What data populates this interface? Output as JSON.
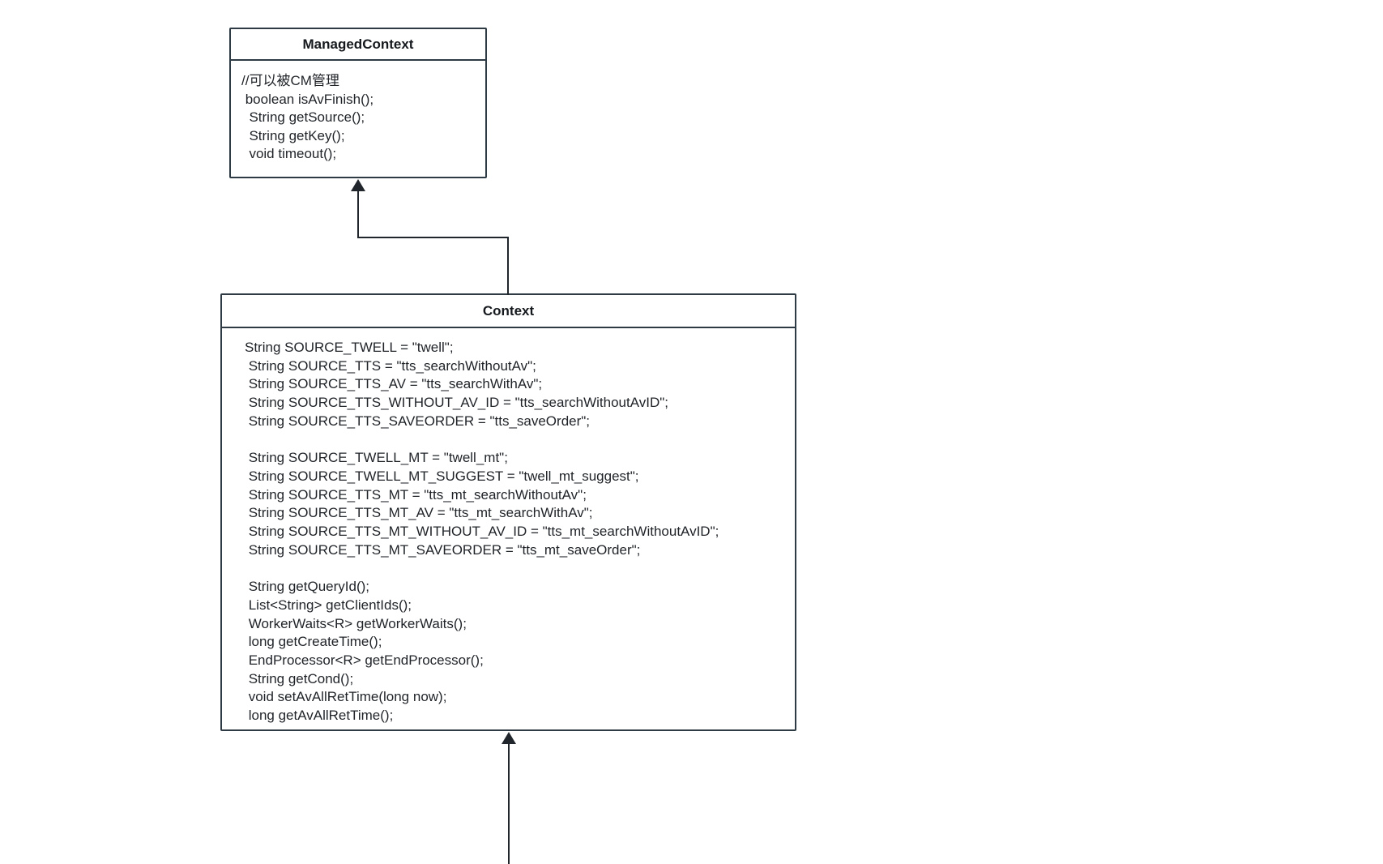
{
  "diagram": {
    "title": "UML class diagram",
    "background_color": "#ffffff",
    "stroke_color": "#2f3b44",
    "text_color": "#1f2328"
  },
  "classes": [
    {
      "id": "managed-context",
      "name": "ManagedContext",
      "members": [
        "//可以被CM管理",
        " boolean isAvFinish();",
        "  String getSource();",
        "  String getKey();",
        "  void timeout();"
      ]
    },
    {
      "id": "context",
      "name": "Context",
      "members": [
        "String SOURCE_TWELL = \"twell\";",
        " String SOURCE_TTS = \"tts_searchWithoutAv\";",
        " String SOURCE_TTS_AV = \"tts_searchWithAv\";",
        " String SOURCE_TTS_WITHOUT_AV_ID = \"tts_searchWithoutAvID\";",
        " String SOURCE_TTS_SAVEORDER = \"tts_saveOrder\";",
        "",
        " String SOURCE_TWELL_MT = \"twell_mt\";",
        " String SOURCE_TWELL_MT_SUGGEST = \"twell_mt_suggest\";",
        " String SOURCE_TTS_MT = \"tts_mt_searchWithoutAv\";",
        " String SOURCE_TTS_MT_AV = \"tts_mt_searchWithAv\";",
        " String SOURCE_TTS_MT_WITHOUT_AV_ID = \"tts_mt_searchWithoutAvID\";",
        " String SOURCE_TTS_MT_SAVEORDER = \"tts_mt_saveOrder\";",
        "",
        " String getQueryId();",
        " List<String> getClientIds();",
        " WorkerWaits<R> getWorkerWaits();",
        " long getCreateTime();",
        " EndProcessor<R> getEndProcessor();",
        " String getCond();",
        " void setAvAllRetTime(long now);",
        " long getAvAllRetTime();"
      ]
    }
  ],
  "connectors": [
    {
      "id": "context-to-managed-context",
      "kind": "generalization-arrow",
      "from": "Context",
      "to": "ManagedContext"
    },
    {
      "id": "below-to-context",
      "kind": "generalization-arrow",
      "from": "",
      "to": "Context"
    }
  ]
}
